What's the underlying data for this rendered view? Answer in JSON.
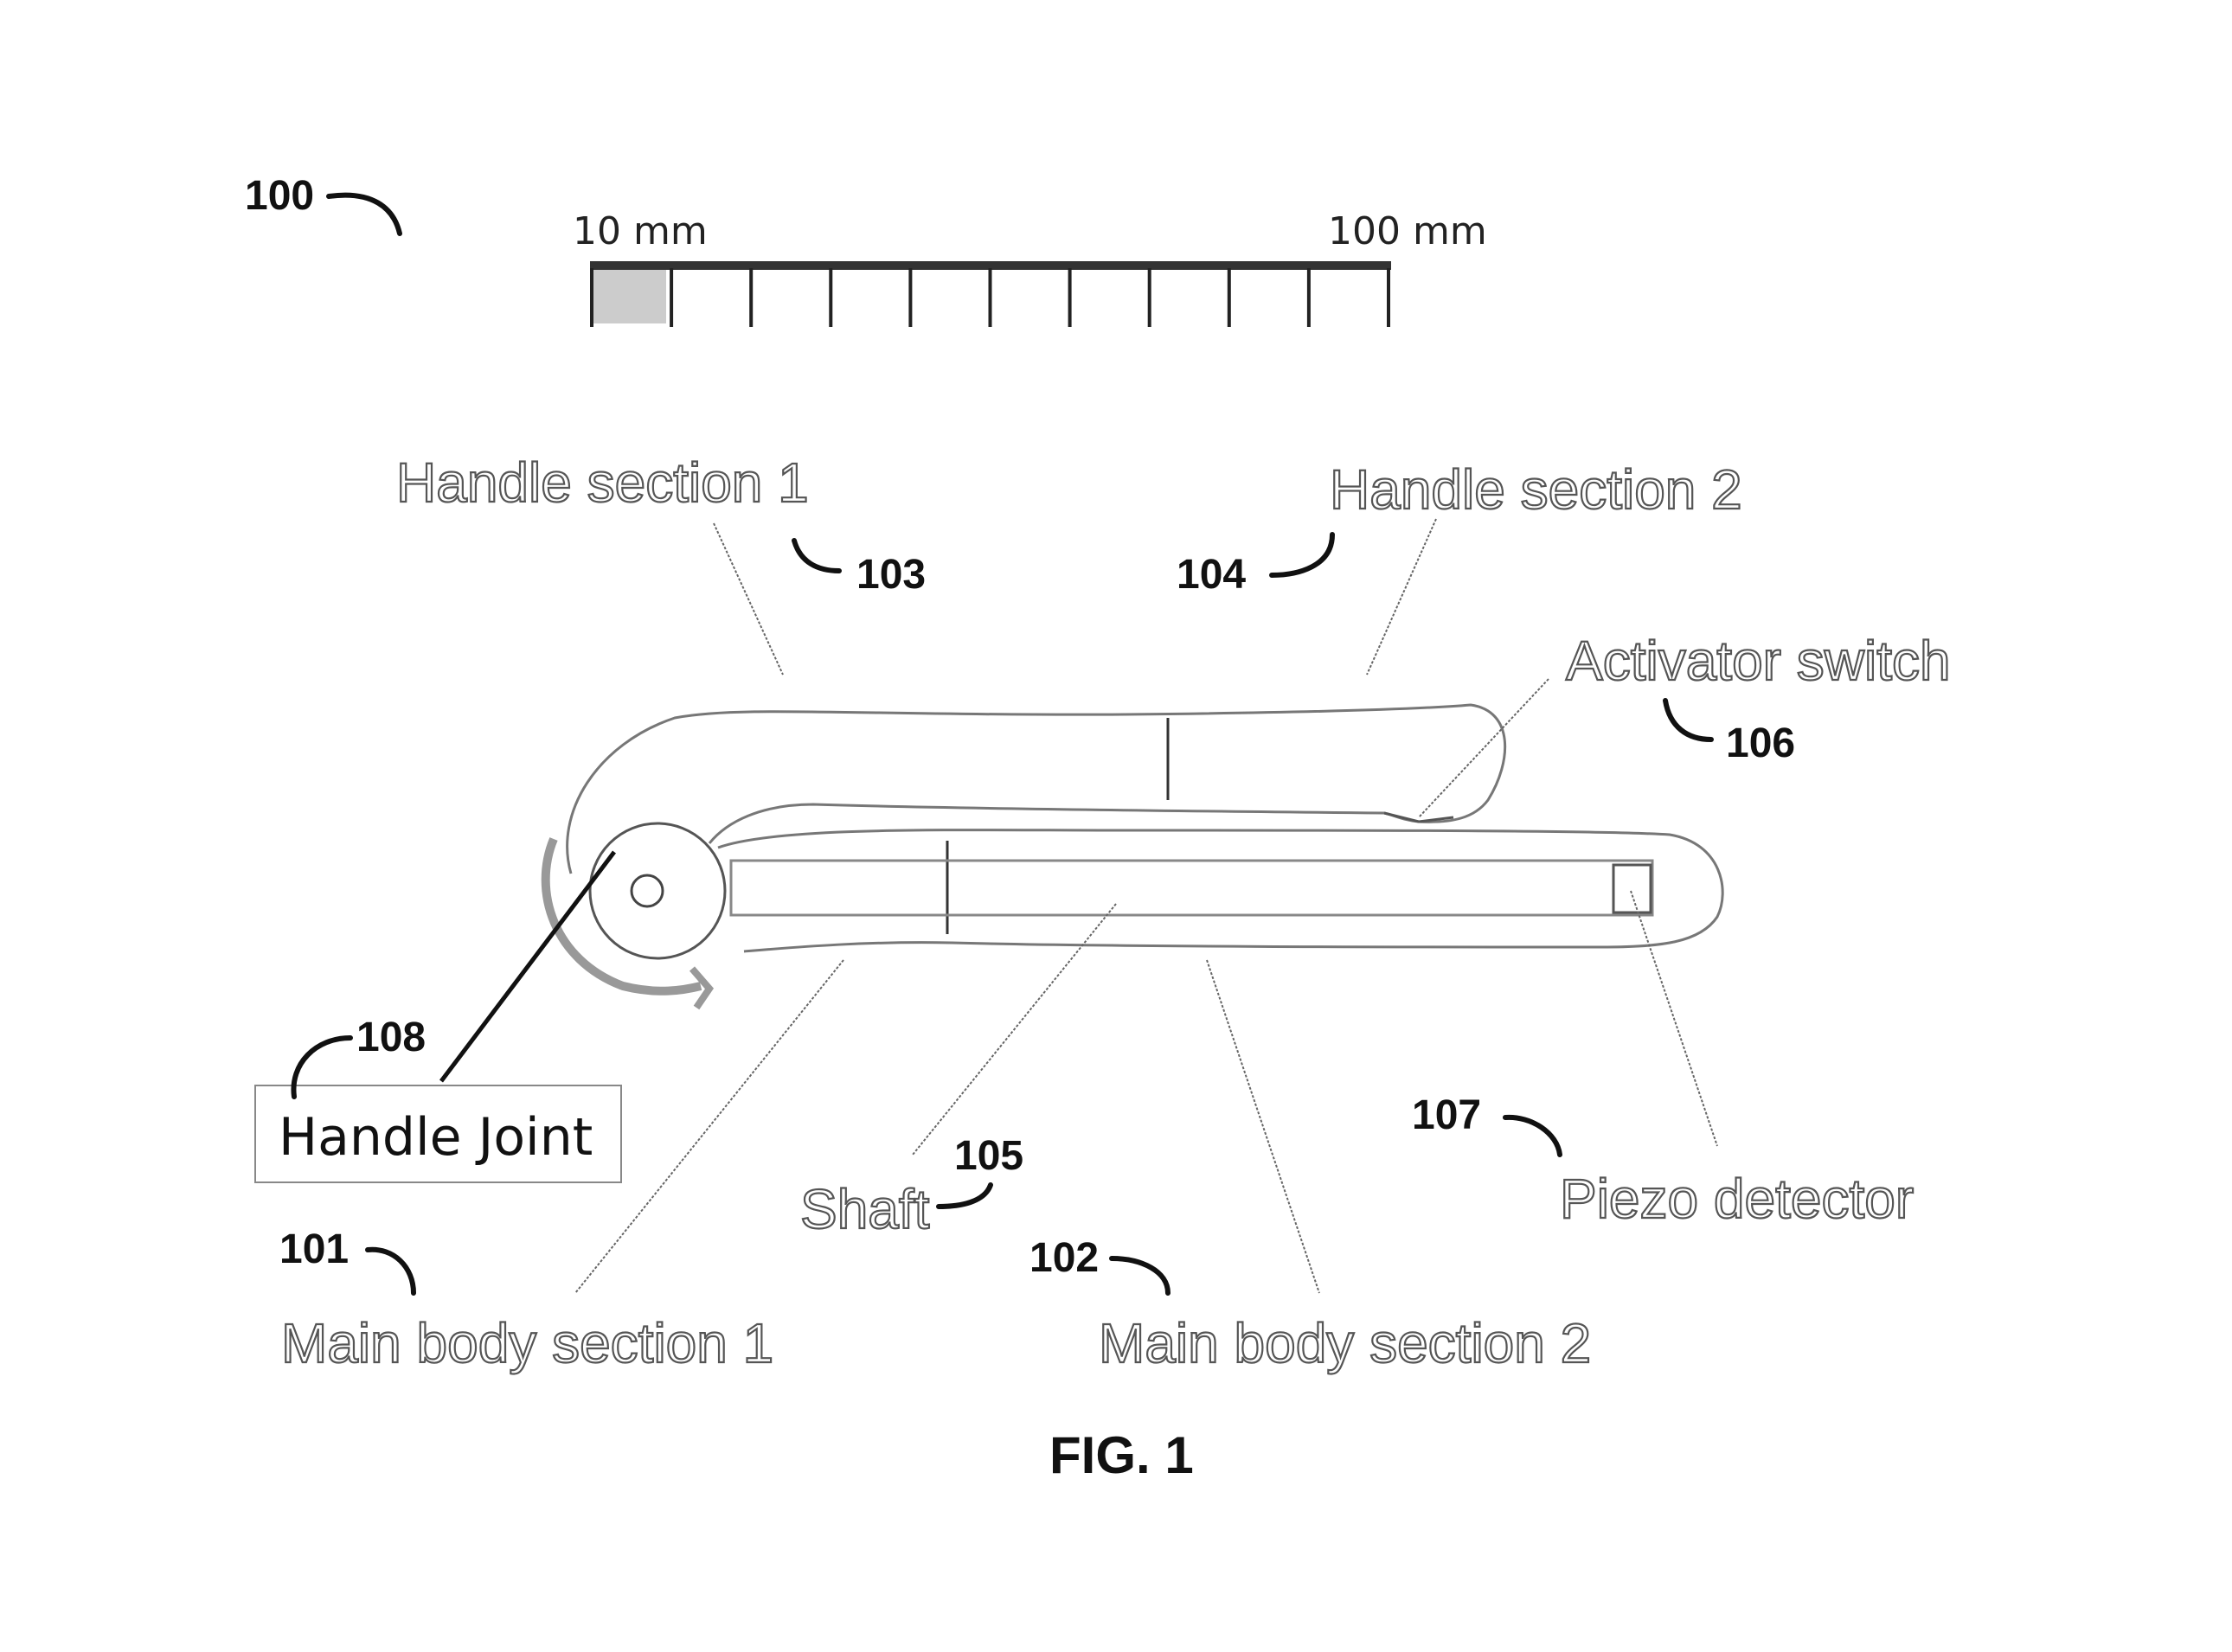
{
  "figure": {
    "ref_main": "100",
    "caption": "FIG. 1"
  },
  "scale_bar": {
    "label_start": "10 mm",
    "label_end": "100 mm"
  },
  "labels": {
    "handle_section_1": "Handle section 1",
    "handle_section_2": "Handle section 2",
    "activator_switch": "Activator switch",
    "handle_joint": "Handle Joint",
    "shaft": "Shaft",
    "piezo_detector": "Piezo detector",
    "main_body_section_1": "Main body section 1",
    "main_body_section_2": "Main body section 2"
  },
  "refs": {
    "main_body_1": "101",
    "main_body_2": "102",
    "handle_1": "103",
    "handle_2": "104",
    "shaft": "105",
    "activator": "106",
    "piezo": "107",
    "joint": "108"
  }
}
